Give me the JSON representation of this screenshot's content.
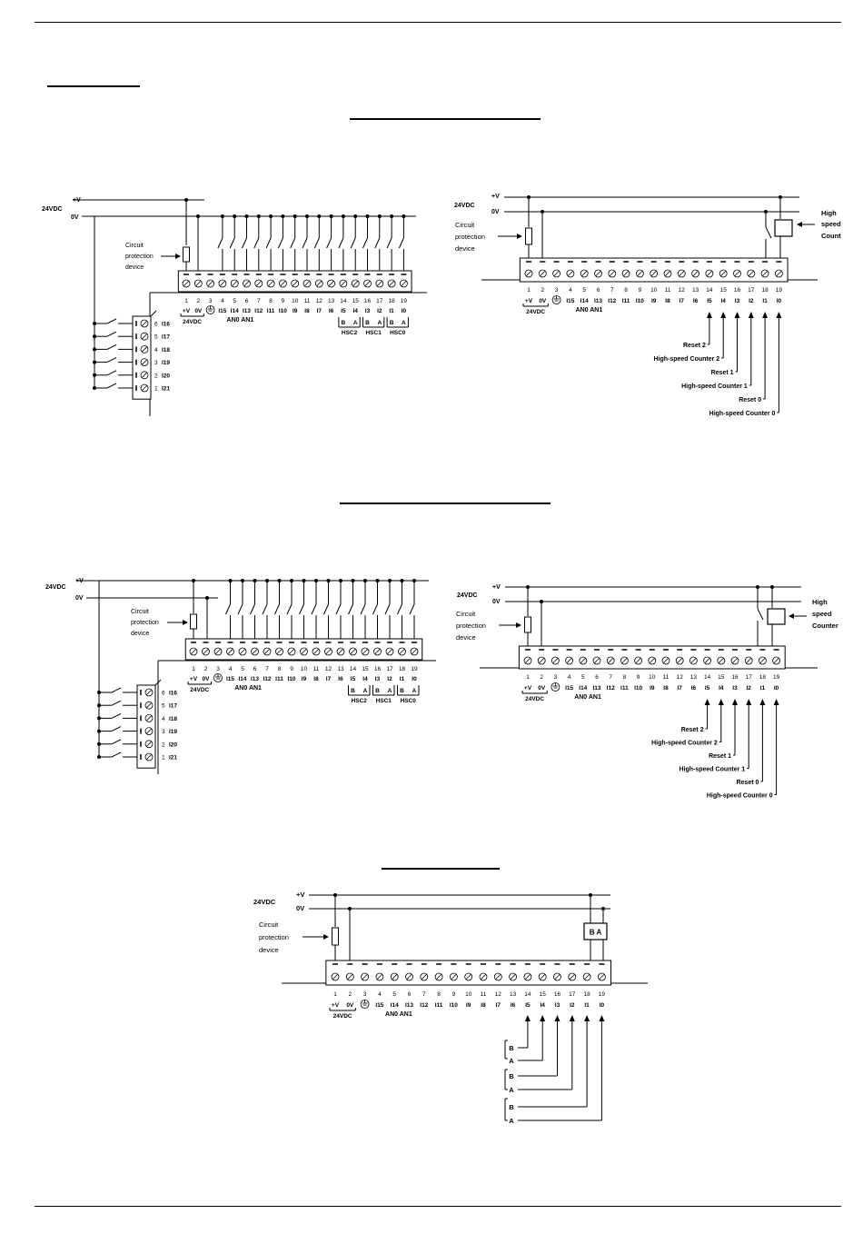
{
  "labels": {
    "plus_v": "+V",
    "zero_v": "0V",
    "vdc24": "24VDC",
    "circuit": "Circuit",
    "protection": "protection",
    "device": "device",
    "high": "High",
    "speed": "speed",
    "count": "Count",
    "counter": "Counter",
    "an0an1": "AN0 AN1",
    "ba": "B A",
    "a": "A",
    "b": "B"
  },
  "terminal_numbers": [
    "1",
    "2",
    "3",
    "4",
    "5",
    "6",
    "7",
    "8",
    "9",
    "10",
    "11",
    "12",
    "13",
    "14",
    "15",
    "16",
    "17",
    "18",
    "19"
  ],
  "terminal_signals": [
    "+V",
    "0V",
    "",
    "I15",
    "I14",
    "I13",
    "I12",
    "I11",
    "I10",
    "I9",
    "I8",
    "I7",
    "I6",
    "I5",
    "I4",
    "I3",
    "I2",
    "I1",
    "I0"
  ],
  "hsc_groups": [
    "HSC2",
    "HSC1",
    "HSC0"
  ],
  "expansion_terminals": [
    {
      "num": "6",
      "signal": "I16"
    },
    {
      "num": "5",
      "signal": "I17"
    },
    {
      "num": "4",
      "signal": "I18"
    },
    {
      "num": "3",
      "signal": "I19"
    },
    {
      "num": "2",
      "signal": "I20"
    },
    {
      "num": "1",
      "signal": "I21"
    }
  ],
  "counter_inputs": [
    "Reset 2",
    "High-speed Counter 2",
    "Reset 1",
    "High-speed Counter 1",
    "Reset 0",
    "High-speed Counter 0"
  ]
}
